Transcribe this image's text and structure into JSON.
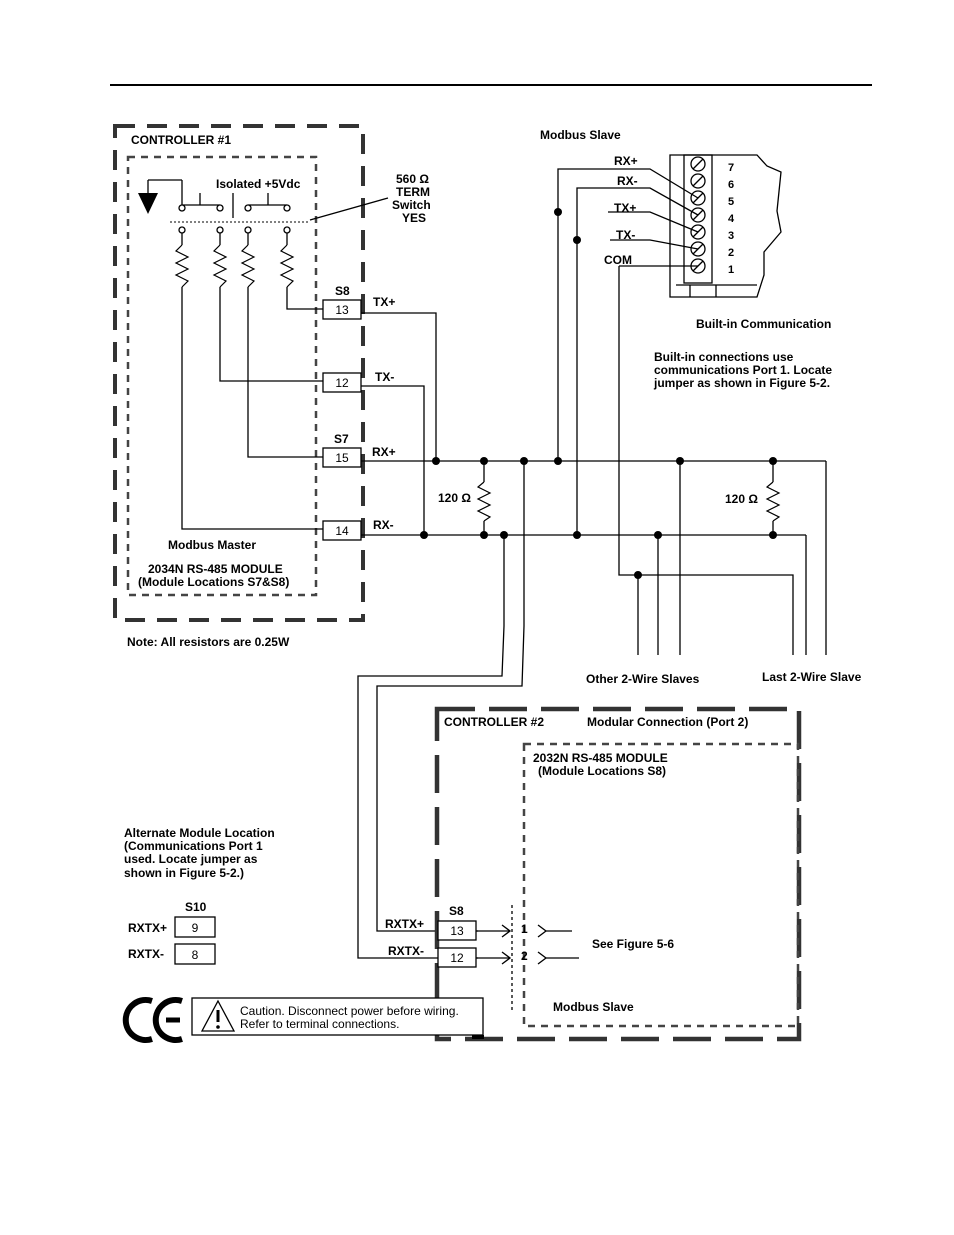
{
  "controller1": {
    "title": "CONTROLLER #1",
    "isolated": "Isolated +5Vdc",
    "term_ohms": "560 Ω",
    "term_line2": "TERM",
    "term_line3": "Switch",
    "term_line4": "YES",
    "master": "Modbus Master",
    "module_line1": "2034N RS-485 MODULE",
    "module_line2": "(Module Locations S7&S8)",
    "slot_s8": "S8",
    "slot_s7": "S7",
    "terminals": [
      "13",
      "12",
      "15",
      "14"
    ],
    "signals": [
      "TX+",
      "TX-",
      "RX+",
      "RX-"
    ]
  },
  "note": "Note:  All resistors are 0.25W",
  "bus": {
    "term_left": "120 Ω",
    "term_right": "120 Ω",
    "other_slaves": "Other 2-Wire Slaves",
    "last_slave": "Last 2-Wire Slave"
  },
  "slave": {
    "title": "Modbus Slave",
    "labels": [
      "RX+",
      "RX-",
      "TX+",
      "TX-",
      "COM"
    ],
    "pins": [
      "7",
      "6",
      "5",
      "4",
      "3",
      "2",
      "1"
    ],
    "builtin": "Built-in Communication",
    "builtin_note1": "Built-in connections use",
    "builtin_note2": "communications Port 1. Locate",
    "builtin_note3": "jumper as shown in Figure 5-2."
  },
  "controller2": {
    "title": "CONTROLLER #2",
    "modular": "Modular Connection (Port 2)",
    "module_line1": "2032N RS-485 MODULE",
    "module_line2": "(Module Locations S8)",
    "slot": "S8",
    "terminals": [
      "13",
      "12"
    ],
    "signals": [
      "RXTX+",
      "RXTX-"
    ],
    "pins": [
      "1",
      "2"
    ],
    "see_figure": "See Figure 5-6",
    "slave": "Modbus Slave"
  },
  "alternate": {
    "line1": "Alternate Module Location",
    "line2": "(Communications Port 1",
    "line3": "used. Locate jumper as",
    "line4": "shown in Figure 5-2.)",
    "slot": "S10",
    "terminals": [
      "9",
      "8"
    ],
    "signals": [
      "RXTX+",
      "RXTX-"
    ]
  },
  "caution": {
    "line1": "Caution. Disconnect power before wiring.",
    "line2": "Refer to terminal connections.",
    "ce_mark": "CE"
  }
}
